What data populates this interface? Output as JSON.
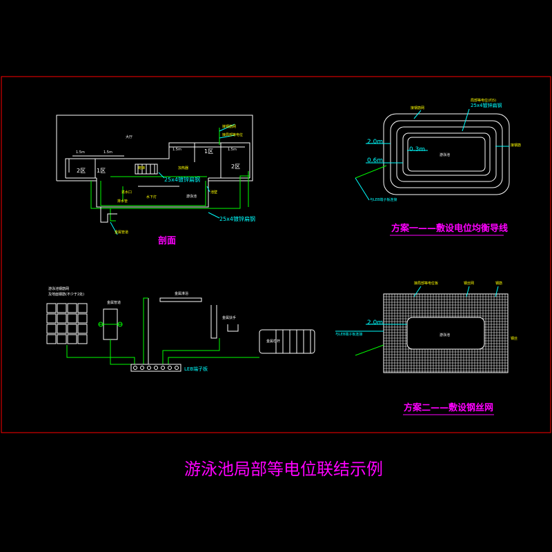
{
  "title": "游泳池局部等电位联结示例",
  "colors": {
    "background": "#000000",
    "border": "#ff0000",
    "lines": "#ffffff",
    "bonding": "#00ff00",
    "leaders": "#00ffff",
    "small_text": "#ffff00",
    "captions": "#ff00ff"
  },
  "section": {
    "caption": "剖面",
    "hall_label": "大厅",
    "pool_label": "游泳池",
    "dim_1m_left": "1.5m",
    "dim_1m_mid": "1.5m",
    "dim_1m_right": "1.5m",
    "dim_left2": "1.5m",
    "zone2_left": "2区",
    "zone1_left": "1区",
    "zone1_right": "1区",
    "zone2_right": "2区",
    "bar_label_top": "25x4镀锌扁钢",
    "bar_label_bottom": "25x4镀锌扁钢",
    "ann_tr1": "接钢筋网",
    "ann_tr2": "接局部等电位",
    "ann_step": "爬梯",
    "ann_heater": "加热器",
    "ann_water": "进水口",
    "ann_pipe": "排水管",
    "ann_lamp": "水下灯",
    "ann_drain": "金属管道",
    "ann_wall": "池壁"
  },
  "plan1": {
    "caption": "方案一——敷设电位均衡导线",
    "pool_label": "游泳池",
    "dim_outer": "2.0m",
    "dim_mid": "0.3m",
    "dim_inner": "0.6m",
    "ann_top1": "局部等电位(约5)",
    "ann_top2": "25x4镀锌扁钢",
    "ann_top3": "接钢筋网",
    "ann_right": "接钢筋",
    "ann_left": "与LEB端子板连接"
  },
  "detail": {
    "grid_label_1": "游泳池钢筋网",
    "grid_label_2": "及地面钢筋(不少于2处)",
    "pipe_label": "金属管道",
    "shower_label": "金属淋浴",
    "ladder_label": "金属扶手",
    "rail_label": "金属栏杆",
    "leb_label": "LEB端子板"
  },
  "plan2": {
    "caption": "方案二——敷设钢丝网",
    "pool_label": "游泳池",
    "dim": "2.0m",
    "ann_top1": "接局部等电位板",
    "ann_top2": "钢丝网",
    "ann_top3": "钢筋",
    "ann_right": "钢丝",
    "ann_left": "与LEB端子板连接"
  }
}
